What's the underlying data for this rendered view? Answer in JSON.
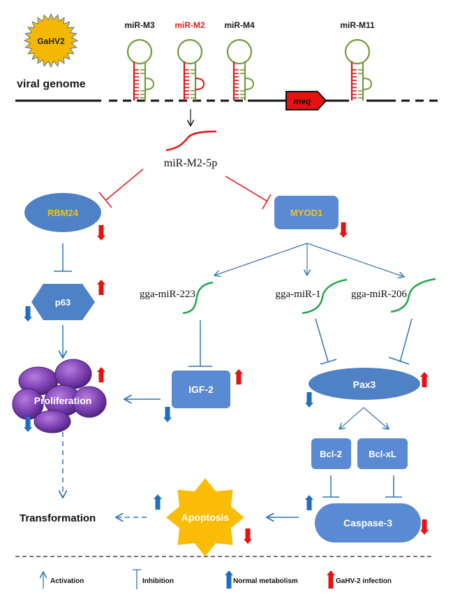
{
  "virus": {
    "name": "GaHV2",
    "fill": "#f5b800"
  },
  "genome": {
    "label": "viral genome",
    "mirnas": [
      {
        "name": "miR-M3",
        "color": "#1a1a1a"
      },
      {
        "name": "miR-M2",
        "color": "#e02020"
      },
      {
        "name": "miR-M4",
        "color": "#1a1a1a"
      },
      {
        "name": "miR-M11",
        "color": "#1a1a1a"
      }
    ],
    "gene": "meq"
  },
  "mature_mirna": "miR-M2-5p",
  "nodes": {
    "rbm24": "RBM24",
    "myod1": "MYOD1",
    "p63": "p63",
    "mir223": "gga-miR-223",
    "mir1": "gga-miR-1",
    "mir206": "gga-miR-206",
    "proliferation": "Proliferation",
    "igf2": "IGF-2",
    "pax3": "Pax3",
    "bcl2": "Bcl-2",
    "bclxl": "Bcl-xL",
    "caspase3": "Caspase-3",
    "apoptosis": "Apoptosis",
    "transformation": "Transformation"
  },
  "legend": {
    "activation": "Activation",
    "inhibition": "Inhibition",
    "normal": "Normal metabolism",
    "infection": "GaHV-2 infection"
  },
  "colors": {
    "node_blue": "#4f81c7",
    "line_blue": "#2e75b6",
    "arrow_blue": "#1f6fbf",
    "red": "#e81010",
    "green": "#1fa84a",
    "olive": "#6f9a3a",
    "gold_text": "#f2c31b",
    "purple": "#7a3fb0"
  }
}
